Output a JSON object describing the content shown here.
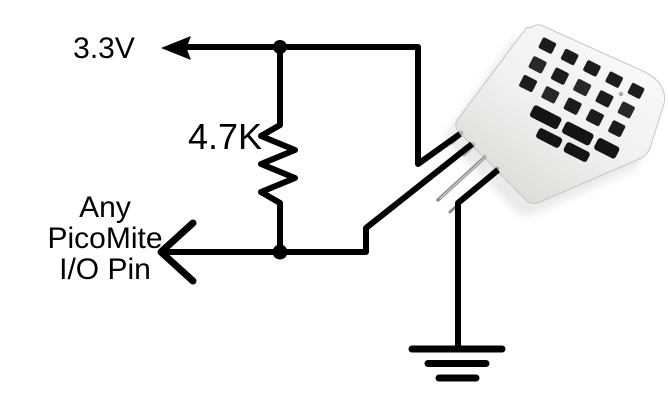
{
  "diagram": {
    "labels": {
      "supply": "3.3V",
      "resistor_value": "4.7K",
      "io_line1": "Any",
      "io_line2": "PicoMite",
      "io_line3": "I/O Pin"
    },
    "colors": {
      "wire": "#000000",
      "background": "#ffffff",
      "sensor_body": "#f2f1ef",
      "sensor_vent": "#1e1c1a"
    }
  }
}
